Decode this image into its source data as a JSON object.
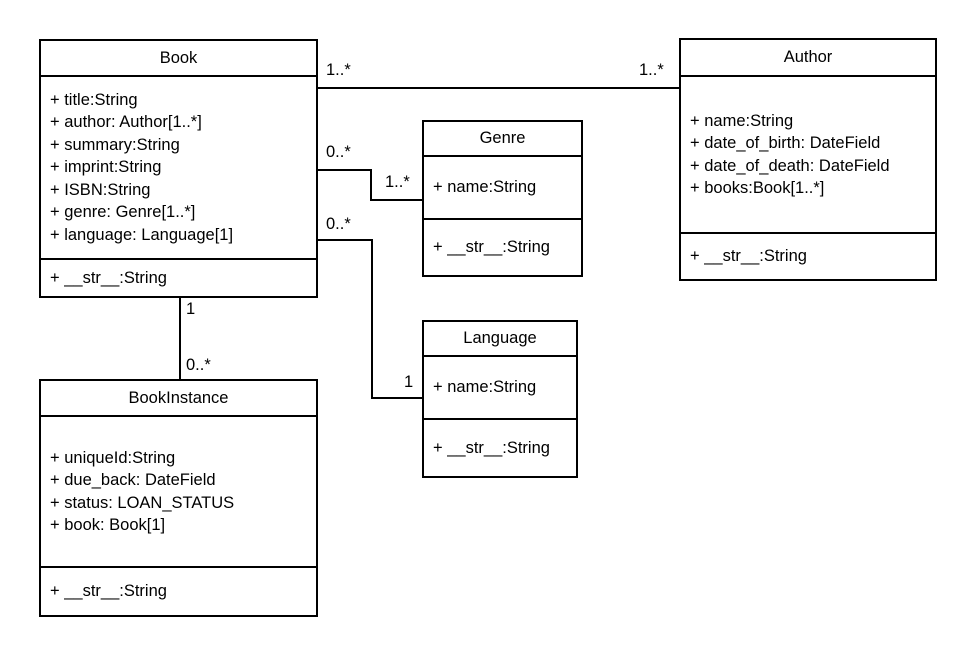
{
  "diagram": {
    "type": "uml-class-diagram",
    "classes": [
      {
        "name": "Book",
        "attributes": [
          "+ title:String",
          "+ author: Author[1..*]",
          "+ summary:String",
          "+ imprint:String",
          "+ ISBN:String",
          "+ genre: Genre[1..*]",
          "+ language: Language[1]"
        ],
        "methods": [
          "+ __str__:String"
        ]
      },
      {
        "name": "Author",
        "attributes": [
          "+ name:String",
          "+ date_of_birth: DateField",
          "+ date_of_death: DateField",
          "+ books:Book[1..*]"
        ],
        "methods": [
          "+ __str__:String"
        ]
      },
      {
        "name": "Genre",
        "attributes": [
          "+ name:String"
        ],
        "methods": [
          "+ __str__:String"
        ]
      },
      {
        "name": "Language",
        "attributes": [
          "+ name:String"
        ],
        "methods": [
          "+ __str__:String"
        ]
      },
      {
        "name": "BookInstance",
        "attributes": [
          "+ uniqueId:String",
          "+ due_back: DateField",
          "+ status: LOAN_STATUS",
          "+ book: Book[1]"
        ],
        "methods": [
          "+ __str__:String"
        ]
      }
    ],
    "associations": [
      {
        "from": "Book",
        "to": "Author",
        "from_label": "1..*",
        "to_label": "1..*"
      },
      {
        "from": "Book",
        "to": "Genre",
        "from_label": "0..*",
        "to_label": "1..*"
      },
      {
        "from": "Book",
        "to": "Language",
        "from_label": "0..*",
        "to_label": "1"
      },
      {
        "from": "Book",
        "to": "BookInstance",
        "from_label": "1",
        "to_label": "0..*"
      }
    ],
    "colors": {
      "stroke": "#000000",
      "fill": "#ffffff",
      "text": "#000000"
    }
  }
}
